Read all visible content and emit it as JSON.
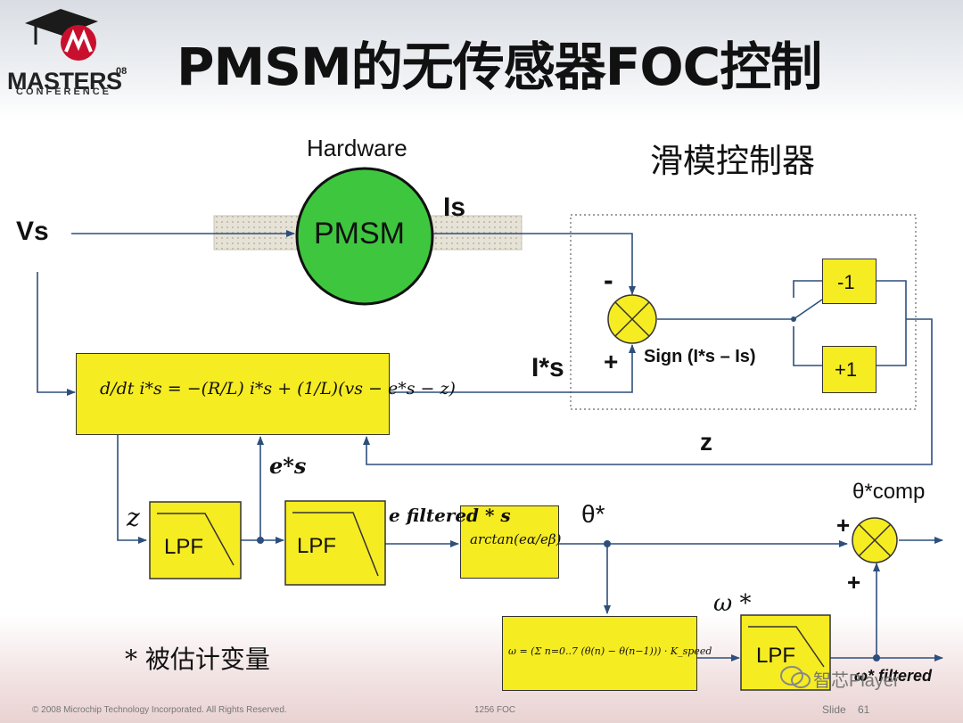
{
  "slide": {
    "title": "PMSM的无传感器FOC控制",
    "logo": {
      "main": "MASTERS",
      "year": "08",
      "sub": "CONFERENCE"
    }
  },
  "diagram": {
    "hardware_label": "Hardware",
    "motor_label": "PMSM",
    "input_label": "Vs",
    "current_label": "Is",
    "smc_title": "滑模控制器",
    "estimated_current_label": "I*s",
    "sign_label": "Sign (I*s – Is)",
    "minus_sign": "-",
    "plus_sign": "+",
    "gain_neg": "-1",
    "gain_pos": "+1",
    "z_label": "z",
    "es_label": "e*s",
    "efiltered_label": "e filtered * s",
    "theta_label": "θ*",
    "theta_comp_label": "θ*comp",
    "omega_label": "ω *",
    "omega_filtered_label": "ω* filtered",
    "lpf_label": "LPF",
    "observer_equation": "d/dt i*s = −(R/L) i*s + (1/L)(vs − e*s − z)",
    "arctan_equation": "arctan(eα/eβ)",
    "speed_equation": "ω = (Σ n=0..7 (θ(n) − θ(n−1))) · K_speed",
    "note": "* 被估计变量"
  },
  "footer": {
    "copyright": "© 2008 Microchip Technology Incorporated. All Rights Reserved.",
    "course": "1256 FOC",
    "slide_label": "Slide",
    "slide_number": "61",
    "watermark": "智芯Player"
  },
  "colors": {
    "motor_fill": "#3ec73e",
    "block_fill": "#f6ec22",
    "line": "#2d4f7c"
  }
}
